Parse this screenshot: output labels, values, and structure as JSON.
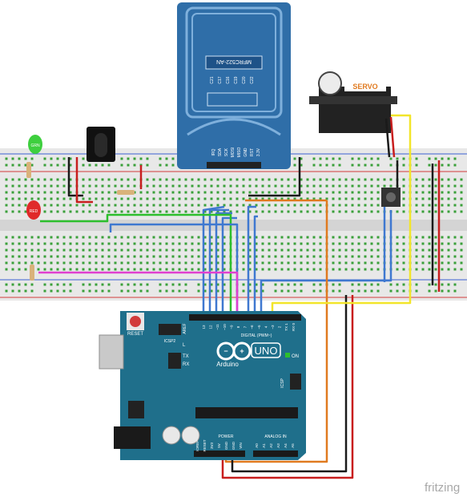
{
  "rfid_module": {
    "chip_label": "MFRC522-AN",
    "cap_labels": [
      "C21",
      "C17",
      "C16",
      "C19",
      "C20",
      "C22"
    ],
    "pin_labels": [
      "IRQ",
      "SDA",
      "SCK",
      "MOSI",
      "MISO",
      "GND",
      "RST",
      "3.3V"
    ]
  },
  "servo": {
    "label": "SERVO"
  },
  "leds": [
    "GRN",
    "RED"
  ],
  "arduino": {
    "board_name": "Arduino",
    "model": "UNO",
    "reset_label": "RESET",
    "icsp_label": "ICSP2",
    "icsp1_label": "ICSP",
    "on_label": "ON",
    "l_label": "L",
    "tx_label": "TX",
    "rx_label": "RX",
    "digital_label": "DIGITAL (PWM~)",
    "aref_label": "AREF",
    "gnd_label": "GND",
    "analog_label": "ANALOG IN",
    "power_label": "POWER",
    "power_pins": [
      "IOREF",
      "RESET",
      "3V3",
      "5V",
      "GND",
      "GND",
      "VIN"
    ],
    "analog_pins": [
      "A0",
      "A1",
      "A2",
      "A3",
      "A4",
      "A5"
    ],
    "digital_pins": [
      "13",
      "12",
      "~11",
      "~10",
      "~9",
      "8",
      "7",
      "~6",
      "~5",
      "4",
      "~3",
      "2",
      "TX 1",
      "RX 0"
    ]
  },
  "watermark": "fritzing",
  "colors": {
    "board": "#1f6f8b",
    "breadboard": "#e6e6e6",
    "rail_red": "#d23b3b",
    "rail_blue": "#3b5fd2",
    "rfid": "#2f6ea8",
    "wire_blue": "#3f78d0",
    "wire_green": "#2dbf2d",
    "wire_magenta": "#e040d0",
    "wire_orange": "#e07a20",
    "wire_black": "#1a1a1a",
    "wire_red": "#c81e1e",
    "wire_yellow": "#f2e52a"
  }
}
